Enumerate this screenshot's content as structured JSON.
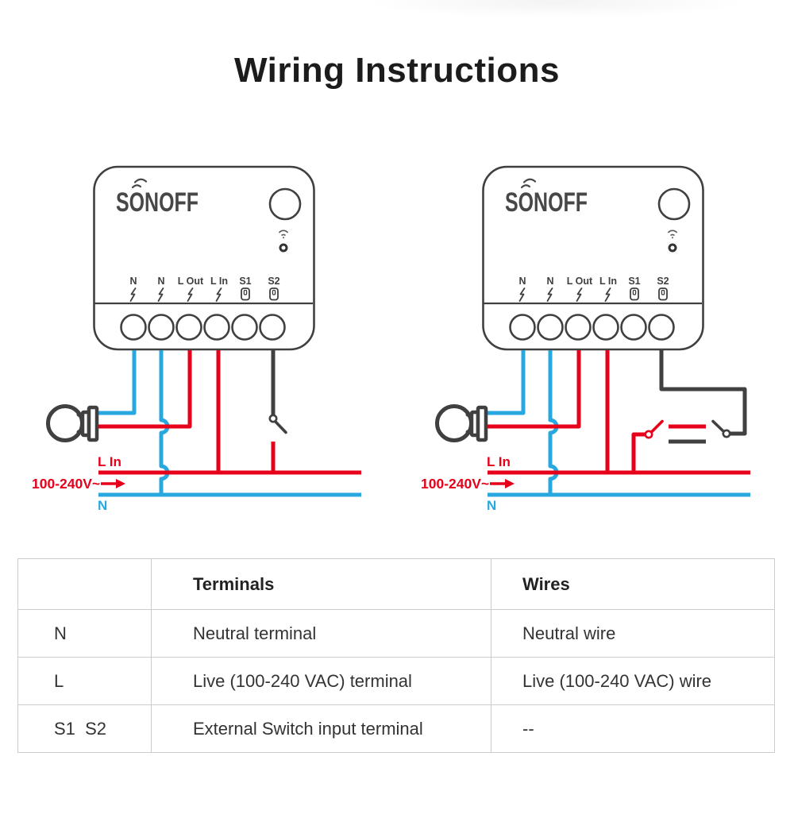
{
  "page": {
    "title": "Wiring Instructions"
  },
  "device": {
    "brand": "SONOFF",
    "terminals": [
      "N",
      "N",
      "L Out",
      "L In",
      "S1",
      "S2"
    ]
  },
  "wiring_labels": {
    "live_in": "L In",
    "voltage": "100-240V~",
    "neutral": "N"
  },
  "table": {
    "headers": [
      "",
      "Terminals",
      "Wires"
    ],
    "rows": [
      {
        "terminal": "N",
        "terminal_desc": "Neutral terminal",
        "wire_desc": "Neutral wire"
      },
      {
        "terminal": "L",
        "terminal_desc": "Live (100-240 VAC) terminal",
        "wire_desc": "Live (100-240 VAC) wire"
      },
      {
        "terminal": "S1  S2",
        "terminal_desc": "External Switch input terminal",
        "wire_desc": "--"
      }
    ]
  },
  "colors": {
    "live": "#e60019",
    "neutral": "#29a8e0",
    "outline": "#404040"
  }
}
